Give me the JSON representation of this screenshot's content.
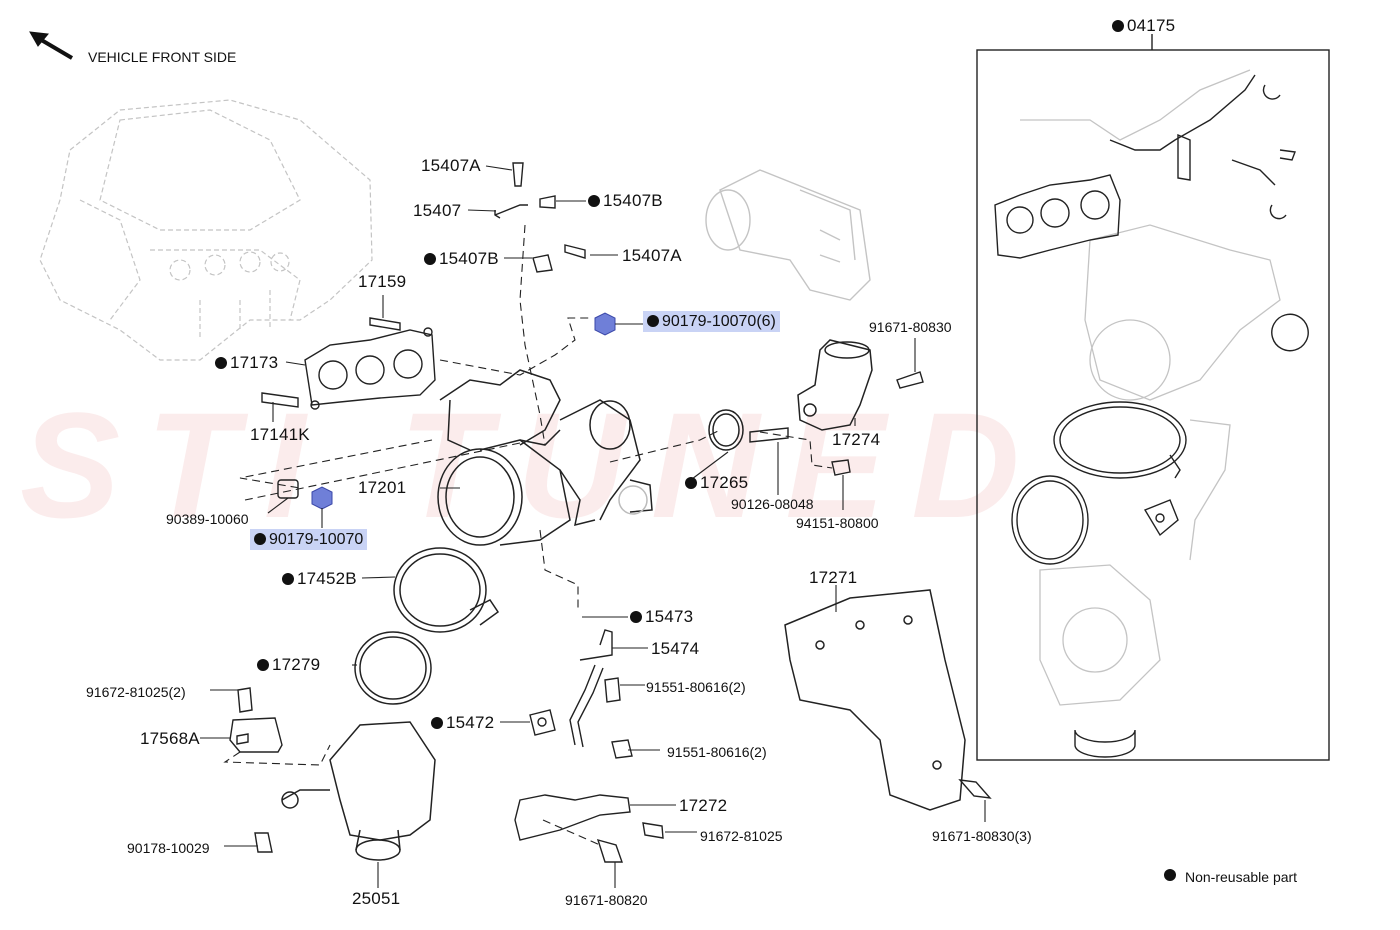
{
  "header": {
    "direction_label": "VEHICLE FRONT SIDE"
  },
  "watermark": {
    "text": "STI TUNED"
  },
  "legend": {
    "label": "Non-reusable part"
  },
  "kit": {
    "label": "04175"
  },
  "parts": {
    "p15407A_top": "15407A",
    "p15407": "15407",
    "p15407B_right": "15407B",
    "p15407B_left": "15407B",
    "p15407A_right": "15407A",
    "p17159": "17159",
    "p17173": "17173",
    "p17141K": "17141K",
    "p90179_10070_6": "90179-10070(6)",
    "p91671_80830": "91671-80830",
    "p17274": "17274",
    "p17201": "17201",
    "p17265": "17265",
    "p90126_08048": "90126-08048",
    "p94151_80800": "94151-80800",
    "p90389_10060": "90389-10060",
    "p90179_10070": "90179-10070",
    "p17452B": "17452B",
    "p15473": "15473",
    "p15474": "15474",
    "p17271": "17271",
    "p17279": "17279",
    "p91672_81025_2": "91672-81025(2)",
    "p91551_80616_2a": "91551-80616(2)",
    "p17568A": "17568A",
    "p15472": "15472",
    "p91551_80616_2b": "91551-80616(2)",
    "p17272": "17272",
    "p91672_81025": "91672-81025",
    "p90178_10029": "90178-10029",
    "p91671_80830_3": "91671-80830(3)",
    "p25051": "25051",
    "p91671_80820": "91671-80820"
  },
  "colors": {
    "line": "#222222",
    "ghost": "#c4c4c4",
    "highlight": "#c9d3f5",
    "nut_fill": "#6f7fd8"
  }
}
